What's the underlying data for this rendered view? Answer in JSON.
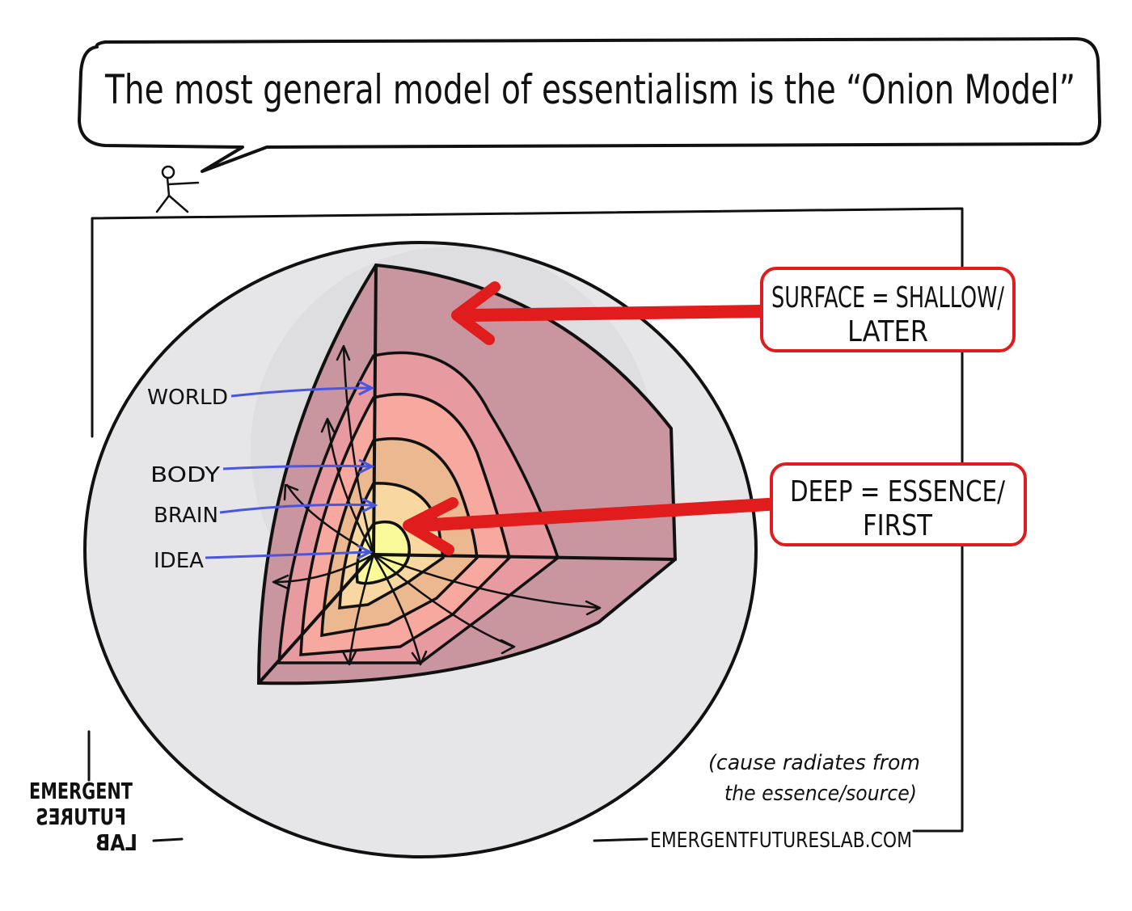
{
  "speech": {
    "text": "The most general model of essentialism is the “Onion Model”"
  },
  "layers": [
    "WORLD",
    "BODY",
    "BRAIN",
    "IDEA"
  ],
  "callouts": {
    "surface": {
      "line1": "SURFACE = SHALLOW/",
      "line2": "LATER"
    },
    "deep": {
      "line1": "DEEP = ESSENCE/",
      "line2": "FIRST"
    }
  },
  "note": {
    "line1": "(cause radiates from",
    "line2": "the essence/source)"
  },
  "logo": {
    "line1": "EMERGENT",
    "line2": "FUTURES",
    "line3": "LAB"
  },
  "website": "EMERGENTFUTURESLAB.COM",
  "colors": {
    "sphere": "#e6e6e8",
    "shell_outer": "#c9959f",
    "layer_world": "#e79aa0",
    "layer_body": "#f7a9a0",
    "layer_brain": "#ecb890",
    "layer_idea": "#f8d7a0",
    "core": "#fbfa9a",
    "callout_red": "#e01c1c",
    "label_arrow_blue": "#4a55e0"
  }
}
